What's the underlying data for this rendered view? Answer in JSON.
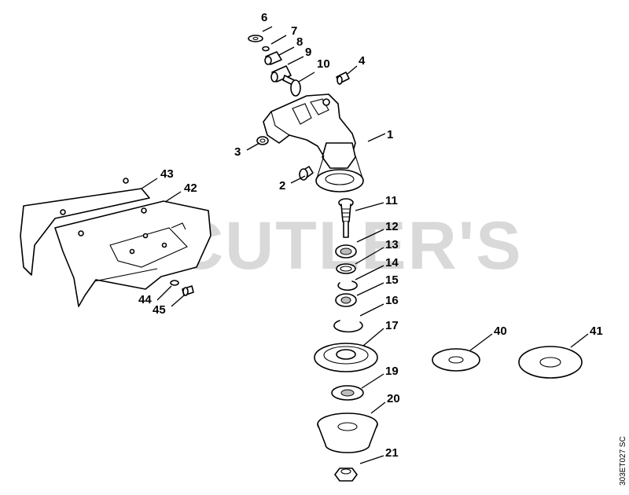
{
  "watermark": "CUTLER'S",
  "drawing_code": "303ET027 SC",
  "callouts": [
    {
      "id": "c1",
      "label": "1"
    },
    {
      "id": "c2",
      "label": "2"
    },
    {
      "id": "c3",
      "label": "3"
    },
    {
      "id": "c4",
      "label": "4"
    },
    {
      "id": "c6",
      "label": "6"
    },
    {
      "id": "c7",
      "label": "7"
    },
    {
      "id": "c8",
      "label": "8"
    },
    {
      "id": "c9",
      "label": "9"
    },
    {
      "id": "c10",
      "label": "10"
    },
    {
      "id": "c11",
      "label": "11"
    },
    {
      "id": "c12",
      "label": "12"
    },
    {
      "id": "c13",
      "label": "13"
    },
    {
      "id": "c14",
      "label": "14"
    },
    {
      "id": "c15",
      "label": "15"
    },
    {
      "id": "c16",
      "label": "16"
    },
    {
      "id": "c17",
      "label": "17"
    },
    {
      "id": "c19",
      "label": "19"
    },
    {
      "id": "c20",
      "label": "20"
    },
    {
      "id": "c21",
      "label": "21"
    },
    {
      "id": "c40",
      "label": "40"
    },
    {
      "id": "c41",
      "label": "41"
    },
    {
      "id": "c42",
      "label": "42"
    },
    {
      "id": "c43",
      "label": "43"
    },
    {
      "id": "c44",
      "label": "44"
    },
    {
      "id": "c45",
      "label": "45"
    }
  ]
}
